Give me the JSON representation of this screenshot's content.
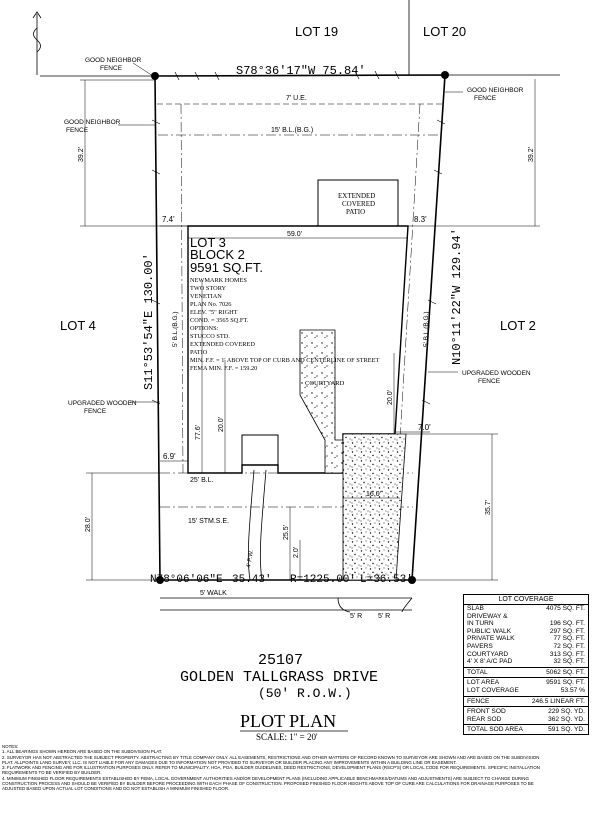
{
  "lots": {
    "lot19": "LOT 19",
    "lot20": "LOT 20",
    "lot4": "LOT 4",
    "lot2": "LOT 2"
  },
  "subject": {
    "lot": "LOT 3",
    "block": "BLOCK 2",
    "area": "9591 SQ.FT.",
    "details": [
      "NEWMARK HOMES",
      "TWO STORY",
      "VENETIAN",
      "PLAN No. 7026",
      "ELEV. \"5\" RIGHT",
      "COND. = 3565 SQ.FT.",
      "OPTIONS:",
      "STUCCO STD.",
      "EXTENDED COVERED",
      "PATIO",
      "MIN. F.F. = 1' ABOVE TOP OF CURB AND CENTERLINE OF STREET",
      "FEMA MIN. F.F. = 159.20"
    ]
  },
  "bearings": {
    "north": "S78°36'17\"W  75.84'",
    "south_a": "N78°06'06\"E",
    "south_b": "35.43'",
    "south_c": "R=1225.00'",
    "south_d": "L=36.53'",
    "west": "S11°53'54\"E  130.00'",
    "east": "N10°11'22\"W  129.94'"
  },
  "labels": {
    "fence_good_tl": [
      "GOOD NEIGHBOR",
      "FENCE"
    ],
    "fence_good_l": [
      "GOOD NEIGHBOR",
      "FENCE"
    ],
    "fence_good_r": [
      "GOOD NEIGHBOR",
      "FENCE"
    ],
    "fence_upg_l": [
      "UPGRADED WOODEN",
      "FENCE"
    ],
    "fence_upg_r": [
      "UPGRADED WOODEN",
      "FENCE"
    ],
    "ue": "7' U.E.",
    "bl_rear": "15' B.L.(B.G.)",
    "bl_front": "25' B.L.",
    "stmse": "15' STM.S.E.",
    "bl_side_l": "5' B.L.(B.G.)",
    "bl_side_r": "5' B.L.(B.G.)",
    "patio": [
      "EXTENDED",
      "COVERED",
      "PATIO"
    ],
    "courtyard": "COURTYARD",
    "walk": "5' WALK",
    "radius_a": "5' R",
    "radius_b": "5' R"
  },
  "dims": {
    "d39_l": "39.2'",
    "d39_r": "39.2'",
    "d74": "7.4'",
    "d83": "8.3'",
    "d59": "59.0'",
    "d776": "77.6'",
    "d20a": "20.0'",
    "d20b": "20.0'",
    "d69": "6.9'",
    "d70": "7.0'",
    "d280": "28.0'",
    "d357": "35.7'",
    "d255": "25.5'",
    "d20c": "2.0'",
    "d160": "16.0'",
    "d4w": "4' P.W."
  },
  "address": {
    "number": "25107",
    "street": "GOLDEN TALLGRASS DRIVE",
    "row": "(50' R.O.W.)"
  },
  "plan": {
    "title": "PLOT PLAN",
    "scale": "SCALE: 1\" = 20'"
  },
  "coverage": {
    "title": "LOT COVERAGE",
    "rows": [
      {
        "label": "SLAB",
        "value": "4075 SQ. FT."
      },
      {
        "label": "DRIVEWAY &",
        "value": ""
      },
      {
        "label": "IN TURN",
        "value": "196 SQ. FT."
      },
      {
        "label": "PUBLIC WALK",
        "value": "297 SQ. FT."
      },
      {
        "label": "PRIVATE WALK",
        "value": "77 SQ. FT."
      },
      {
        "label": "PAVERS",
        "value": "72 SQ. FT."
      },
      {
        "label": "COURTYARD",
        "value": "313 SQ. FT."
      },
      {
        "label": "4' X 8' A/C PAD",
        "value": "32 SQ. FT."
      }
    ],
    "total": {
      "label": "TOTAL",
      "value": "5062 SQ. FT."
    },
    "lot_area": {
      "label": "LOT AREA",
      "value": "9591 SQ. FT."
    },
    "lot_cov": {
      "label": "LOT COVERAGE",
      "value": "53.57 %"
    },
    "fence": {
      "label": "FENCE",
      "value": "246.5 LINEAR FT."
    },
    "front_sod": {
      "label": "FRONT SOD",
      "value": "229 SQ. YD."
    },
    "rear_sod": {
      "label": "REAR SOD",
      "value": "362 SQ. YD."
    },
    "total_sod": {
      "label": "TOTAL SOD AREA",
      "value": "591 SQ. YD."
    }
  },
  "notes": [
    "NOTES:",
    "1. ALL BEARINGS SHOWN HEREON ARE BASED ON THE SUBDIVISION PLAT.",
    "2. SURVEYOR HAS NOT ABSTRACTED THE SUBJECT PROPERTY. ABSTRACTING BY TITLE COMPANY ONLY. ALL EASEMENTS, RESTRICTIONS AND OTHER MATTERS OF RECORD KNOWN TO SURVEYOR ARE SHOWN AND ARE BASED ON THE SUBDIVISION",
    "   PLAT. ALLPOINTS LAND SURVEY, LLC. IS NOT LIABLE FOR ANY DAMAGES DUE TO INFORMATION NOT PROVIDED TO SURVEYOR OR BUILDER PLACING ANY IMPROVEMENTS WITHIN A BUILDING LINE OR EASEMENT.",
    "3. FLATWORK AND FENCING ARE FOR ILLUSTRATION PURPOSES ONLY. REFER TO MUNICIPALITY, HOA, POA, BUILDER GUIDELINES, DEED RESTRICTIONS, DEVELOPMENT PLANS (RSCP'S) OR LOCAL CODE FOR REQUIREMENTS. SPECIFIC INSTALLATION",
    "   REQUIREMENTS TO BE VERIFIED BY BUILDER.",
    "4. MINIMUM FINISHED FLOOR REQUIREMENTS ESTABLISHED BY FEMA, LOCAL GOVERNMENT AUTHORITIES AND/OR DEVELOPMENT PLANS (INCLUDING APPLICABLE BENCHMARKS/DATUMS AND ADJUSTMENTS) ARE SUBJECT TO CHANGE DURING",
    "   CONSTRUCTION PROCESS AND SHOULD BE VERIFIED BY BUILDER BEFORE PROCEEDING WITH EACH PHASE OF CONSTRUCTION. PROPOSED FINISHED FLOOR HEIGHTS ABOVE TOP OF CURB ARE CALCULATIONS FOR DRAINAGE PURPOSES TO BE",
    "   ADJUSTED BASED UPON ACTUAL LOT CONDITIONS AND DO NOT ESTABLISH A MINIMUM FINISHED FLOOR."
  ]
}
